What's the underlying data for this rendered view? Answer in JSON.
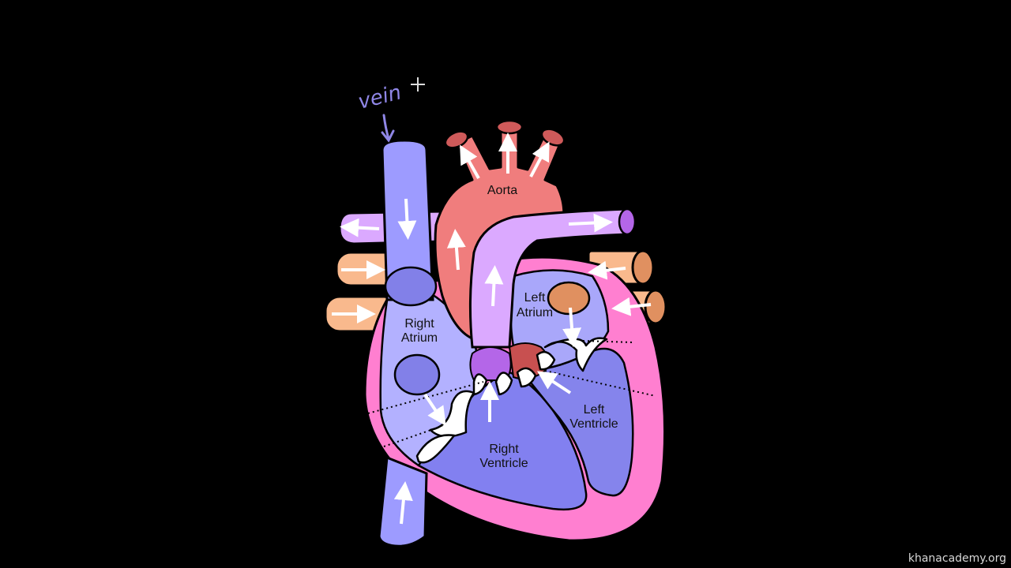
{
  "diagram": {
    "annotation": "vein",
    "labels": {
      "aorta": "Aorta",
      "left_atrium_1": "Left",
      "left_atrium_2": "Atrium",
      "right_atrium_1": "Right",
      "right_atrium_2": "Atrium",
      "left_ventricle_1": "Left",
      "left_ventricle_2": "Ventricle",
      "right_ventricle_1": "Right",
      "right_ventricle_2": "Ventricle"
    },
    "colors": {
      "background": "#000000",
      "vena_cava": "#9d9bff",
      "aorta": "#f07d7d",
      "aorta_cap": "#cf5a5a",
      "pulmonary_artery": "#dba9ff",
      "pulmonary_veins": "#f9b98d",
      "pulmonary_vein_cap": "#e09060",
      "heart_wall": "#ff7fd0",
      "right_atrium": "#b3b1ff",
      "right_ventricle": "#8280f0",
      "left_atrium": "#a9a7fa",
      "left_ventricle": "#8584ec",
      "valve": "#ffffff",
      "annotation": "#8f86e6"
    }
  },
  "watermark": "khanacademy.org"
}
